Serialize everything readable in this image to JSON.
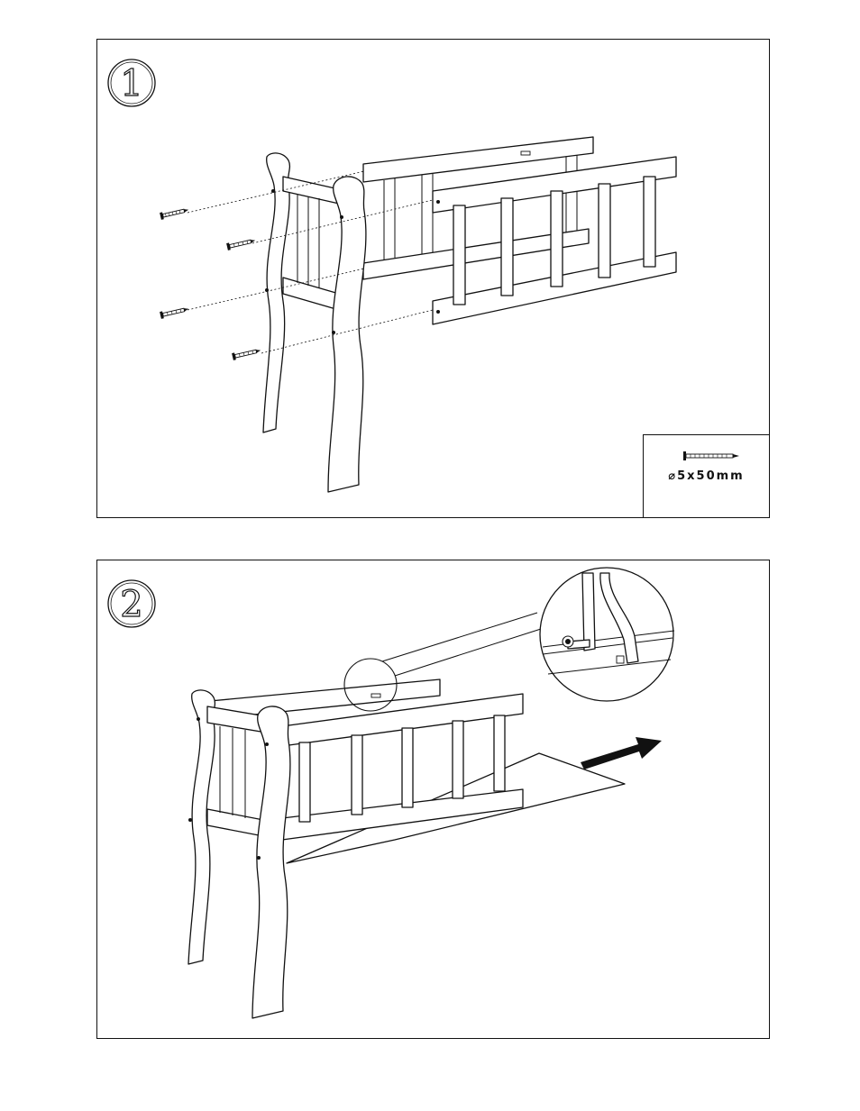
{
  "steps": [
    {
      "number": "1",
      "number_glyph": "①"
    },
    {
      "number": "2",
      "number_glyph": "②"
    }
  ],
  "hardware": {
    "icon": "screw-icon",
    "label": "⌀5x50mm"
  },
  "colors": {
    "line": "#111111",
    "background": "#ffffff"
  }
}
